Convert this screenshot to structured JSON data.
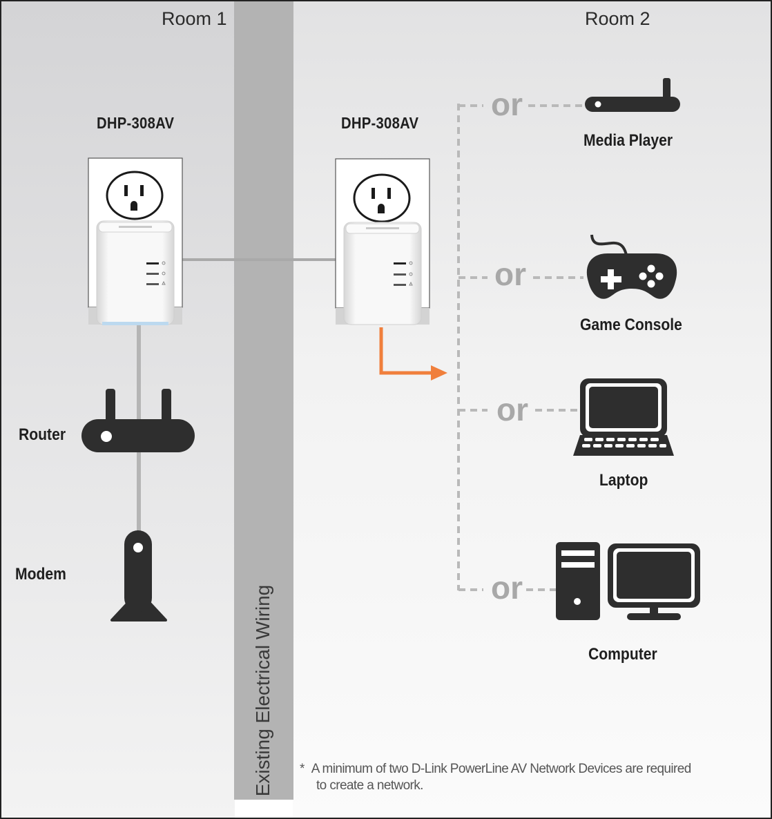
{
  "rooms": {
    "room1": "Room 1",
    "room2": "Room 2"
  },
  "wiring_label": "Existing Electrical Wiring",
  "adapters": {
    "left_model": "DHP-308AV",
    "right_model": "DHP-308AV"
  },
  "room1_devices": {
    "router": "Router",
    "modem": "Modem"
  },
  "connector_word": "or",
  "room2_devices": {
    "media_player": "Media Player",
    "game_console": "Game Console",
    "laptop": "Laptop",
    "computer": "Computer"
  },
  "footnote": {
    "star": "*",
    "line1": "A minimum of two D-Link PowerLine AV Network Devices are required",
    "line2": "to create a network."
  },
  "colors": {
    "arrow": "#f07f3c",
    "wall": "#b3b3b3",
    "device": "#2e2e2e",
    "dash": "#b9b9b9",
    "connector_text": "#a8a8a8"
  }
}
